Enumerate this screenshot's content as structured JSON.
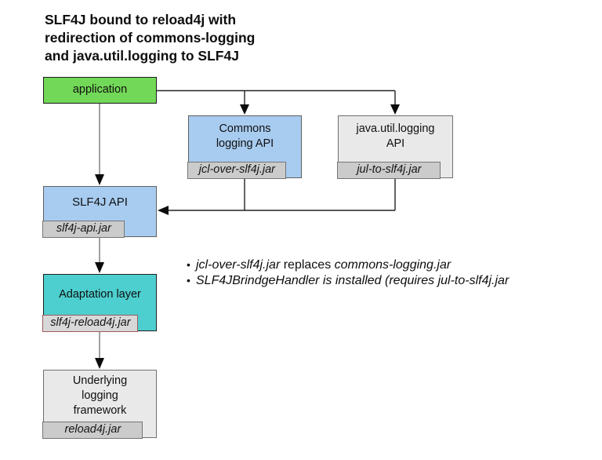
{
  "title": {
    "text": "SLF4J bound to reload4j with\nredirection of commons-logging\nand java.util.logging to SLF4J"
  },
  "diagram": {
    "application": {
      "label": "application"
    },
    "commons_logging": {
      "label": "Commons\nlogging API",
      "jar": "jcl-over-slf4j.jar"
    },
    "java_util_logging": {
      "label": "java.util.logging\nAPI",
      "jar": "jul-to-slf4j.jar"
    },
    "slf4j_api": {
      "label": "SLF4J API",
      "jar": "slf4j-api.jar"
    },
    "adaptation_layer": {
      "label": "Adaptation layer",
      "jar": "slf4j-reload4j.jar"
    },
    "underlying_framework": {
      "label": "Underlying\nlogging\nframework",
      "jar": "reload4j.jar"
    }
  },
  "notes": {
    "bullet_char": "•",
    "item1": {
      "jar1": "jcl-over-slf4j.jar",
      "middle": " replaces ",
      "jar2": "commons-logging.jar"
    },
    "item2": "SLF4JBrindgeHandler is installed (requires jul-to-slf4j.jar"
  },
  "colors": {
    "green_fill": "#72d857",
    "blue_fill": "#a8ccf0",
    "teal_fill": "#4ecfcf",
    "gray_fill": "#e9e9e9",
    "jar_fill": "#cbcbcb",
    "jar_light_fill": "#d8d8d8",
    "jar_accent_border": "#9a5c5c",
    "line_dark": "#222222",
    "line_gray": "#6e6e6e",
    "arrow": "#0c0c0c"
  }
}
